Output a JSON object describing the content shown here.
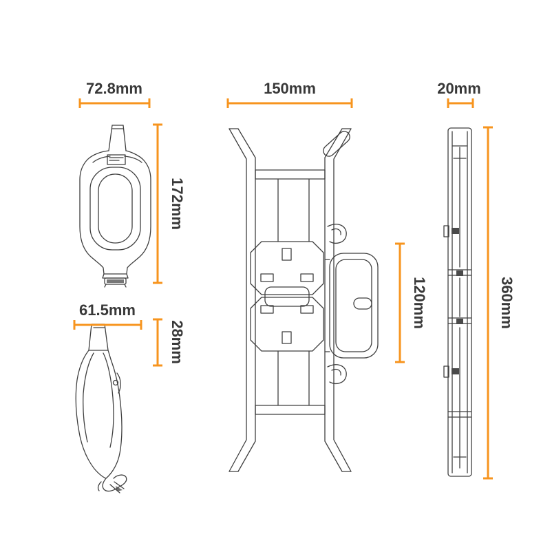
{
  "meta": {
    "background_color": "#ffffff",
    "accent_color": "#F7941E",
    "line_color": "#3f3f3f",
    "text_color": "#383838"
  },
  "dimensions": {
    "front_width": "72.8mm",
    "front_height": "172mm",
    "side_width": "61.5mm",
    "nozzle_height": "28mm",
    "main_width": "150mm",
    "socket_panel_height": "120mm",
    "profile_width": "20mm",
    "overall_height": "360mm"
  }
}
